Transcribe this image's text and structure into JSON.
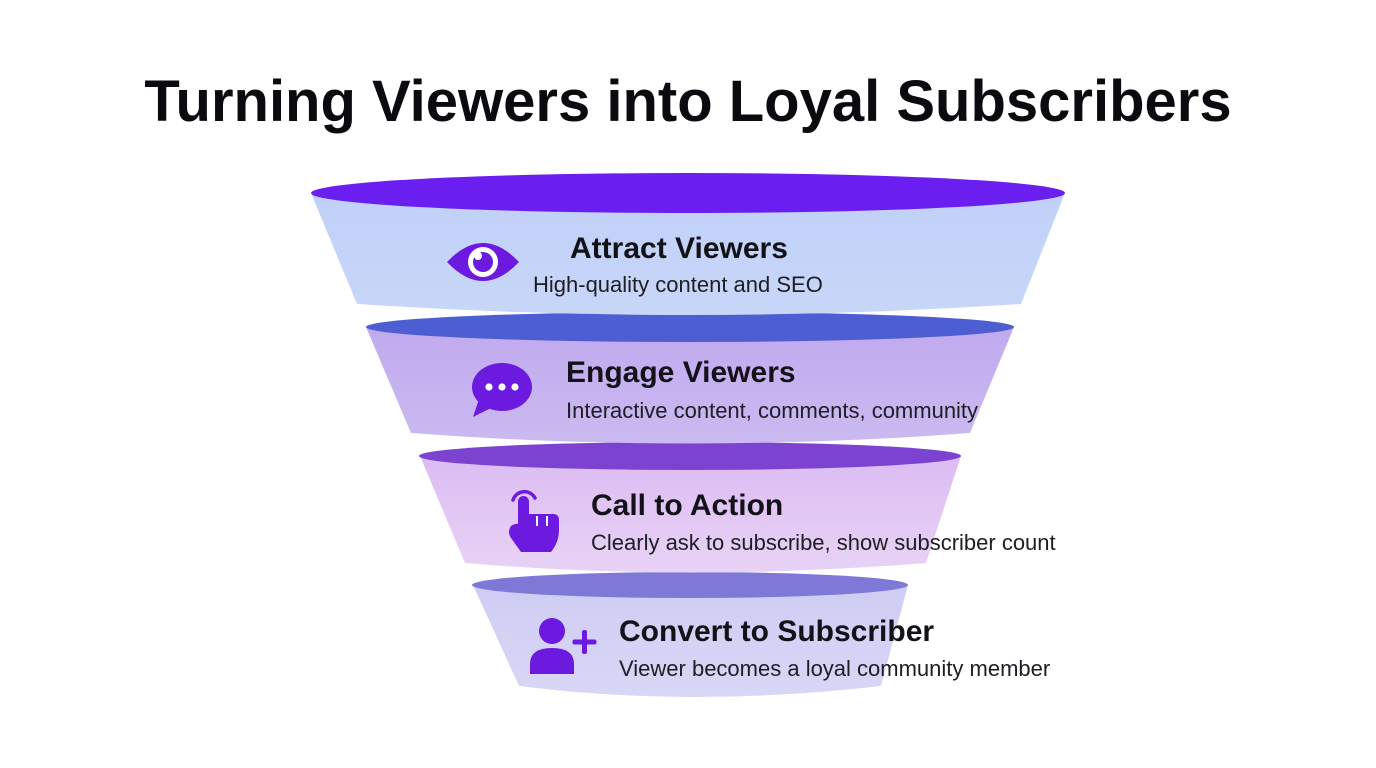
{
  "title": "Turning Viewers into Loyal Subscribers",
  "colors": {
    "title": "#0b0b0f",
    "icon": "#6d1ae0",
    "rim_1": "#6b1ff0",
    "rim_2": "#4f5fd2",
    "rim_3": "#7d45cf",
    "rim_4": "#7e7ad6",
    "band_1": "#c3d3f8",
    "band_2": "#c5b3ef",
    "band_3": "#e2c8f4",
    "band_4": "#d3d1f5"
  },
  "stages": [
    {
      "title": "Attract Viewers",
      "description": "High-quality content and SEO",
      "icon": "eye-icon"
    },
    {
      "title": "Engage Viewers",
      "description": "Interactive content, comments, community",
      "icon": "chat-bubble-icon"
    },
    {
      "title": "Call to Action",
      "description": "Clearly ask to subscribe, show subscriber count",
      "icon": "pointing-hand-icon"
    },
    {
      "title": "Convert to Subscriber",
      "description": "Viewer becomes a loyal community member",
      "icon": "user-plus-icon"
    }
  ]
}
